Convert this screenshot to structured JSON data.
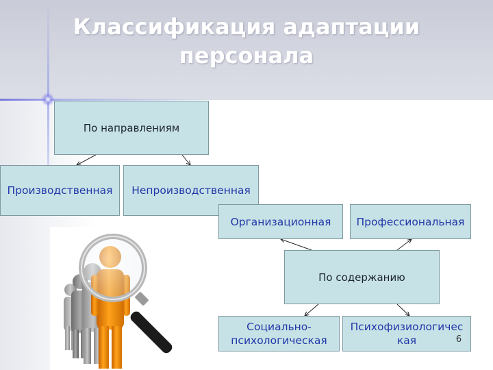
{
  "title": "Классификация адаптации персонала",
  "diagram": {
    "by_direction": {
      "label": "По направлениям",
      "children": [
        "Производственная",
        "Непроизводственная"
      ]
    },
    "by_content": {
      "label": "По содержанию",
      "children": [
        "Организационная",
        "Профессиональная",
        "Социально-психологическая",
        "Психофизиологическая"
      ]
    }
  },
  "page_number": "6",
  "colors": {
    "box_fill": "#c7e2e6",
    "box_border": "#7e9aa0",
    "blue_text": "#2038a8",
    "title_text": "#ffffff",
    "header_band": "#d3d5df"
  },
  "illustration": "magnifying-glass-over-people-icon"
}
